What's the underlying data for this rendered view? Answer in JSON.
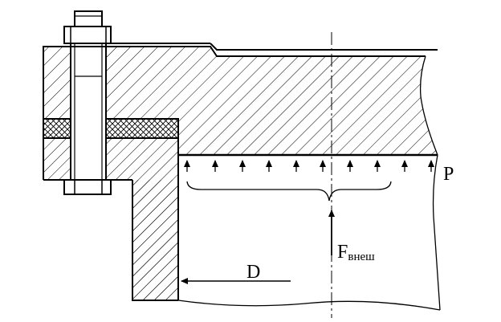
{
  "labels": {
    "pressure": "P",
    "diameter": "D",
    "force_main": "F",
    "force_sub": "внеш"
  },
  "colors": {
    "line": "#000000",
    "hatch": "#000000",
    "background": "#ffffff"
  }
}
